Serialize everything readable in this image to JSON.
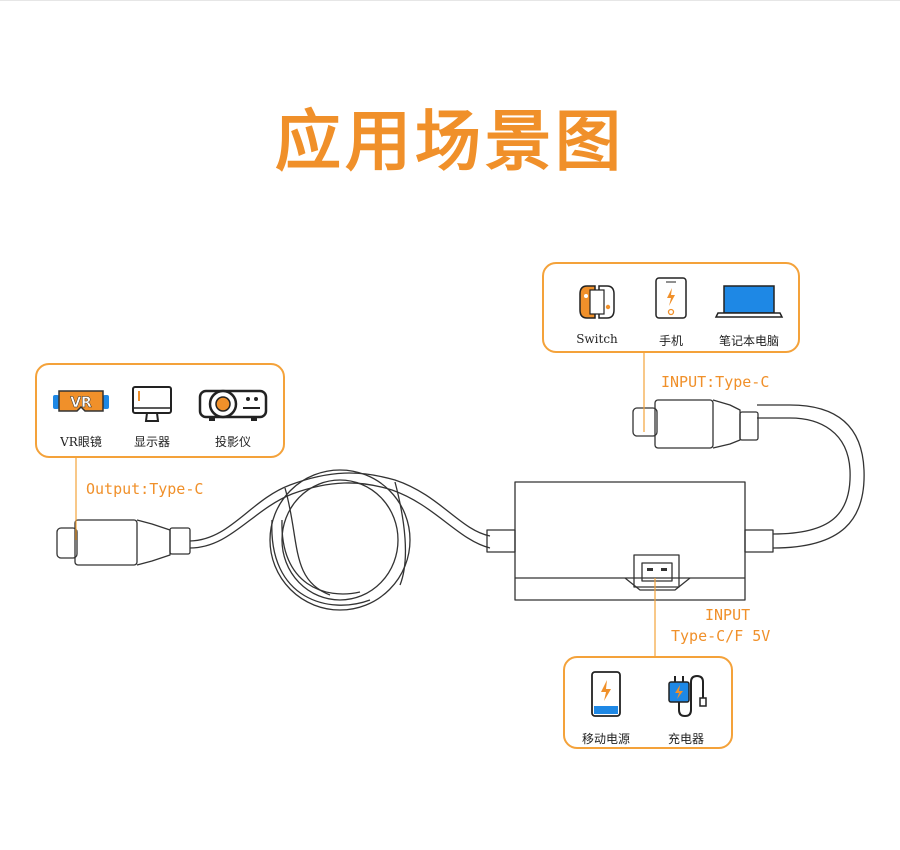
{
  "title": "应用场景图",
  "output_group": {
    "port_label": "Output:Type-C",
    "devices": [
      {
        "label": "VR眼镜",
        "icon": "vr-headset-icon",
        "badge": "VR"
      },
      {
        "label": "显示器",
        "icon": "monitor-icon"
      },
      {
        "label": "投影仪",
        "icon": "projector-icon"
      }
    ]
  },
  "input_top_group": {
    "port_label": "INPUT:Type-C",
    "devices": [
      {
        "label": "Switch",
        "icon": "game-console-icon"
      },
      {
        "label": "手机",
        "icon": "phone-icon"
      },
      {
        "label": "笔记本电脑",
        "icon": "laptop-icon"
      }
    ]
  },
  "input_bottom_group": {
    "port_label_line1": "INPUT",
    "port_label_line2": "Type-C/F 5V",
    "devices": [
      {
        "label": "移动电源",
        "icon": "power-bank-icon"
      },
      {
        "label": "充电器",
        "icon": "charger-icon"
      }
    ]
  },
  "colors": {
    "accent": "#f0902a",
    "panel_border": "#f4a23a",
    "line": "#333333",
    "blue": "#1e88e5"
  }
}
